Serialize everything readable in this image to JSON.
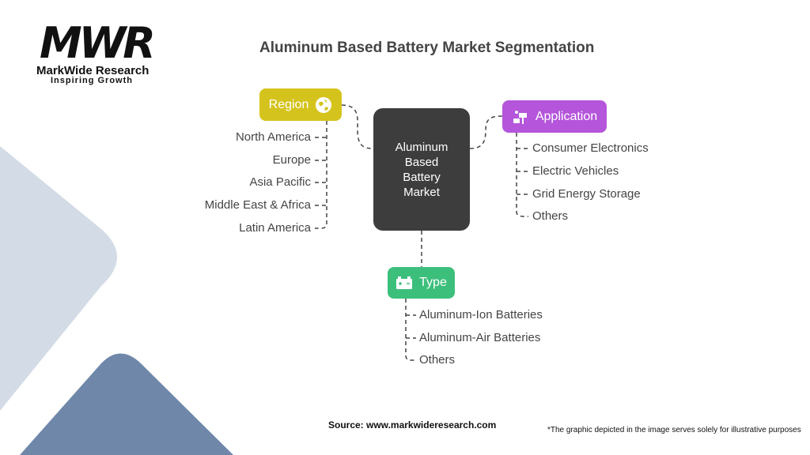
{
  "logo": {
    "mark": "MWR",
    "name": "MarkWide Research",
    "tagline": "Inspiring Growth"
  },
  "title": "Aluminum Based Battery Market Segmentation",
  "center": "Aluminum Based Battery Market",
  "segments": {
    "region": {
      "label": "Region",
      "color": "#d5c31d",
      "icon": "globe-icon",
      "items": [
        "North America",
        "Europe",
        "Asia Pacific",
        "Middle East & Africa",
        "Latin America"
      ]
    },
    "application": {
      "label": "Application",
      "color": "#b455db",
      "icon": "solar-panel-icon",
      "items": [
        "Consumer Electronics",
        "Electric Vehicles",
        "Grid Energy Storage",
        "Others"
      ]
    },
    "type": {
      "label": "Type",
      "color": "#3dbf7c",
      "icon": "battery-icon",
      "items": [
        "Aluminum-Ion Batteries",
        "Aluminum-Air Batteries",
        "Others"
      ]
    }
  },
  "footer": {
    "source": "Source: www.markwideresearch.com",
    "disclaimer": "*The graphic depicted in the image serves solely for illustrative purposes"
  }
}
